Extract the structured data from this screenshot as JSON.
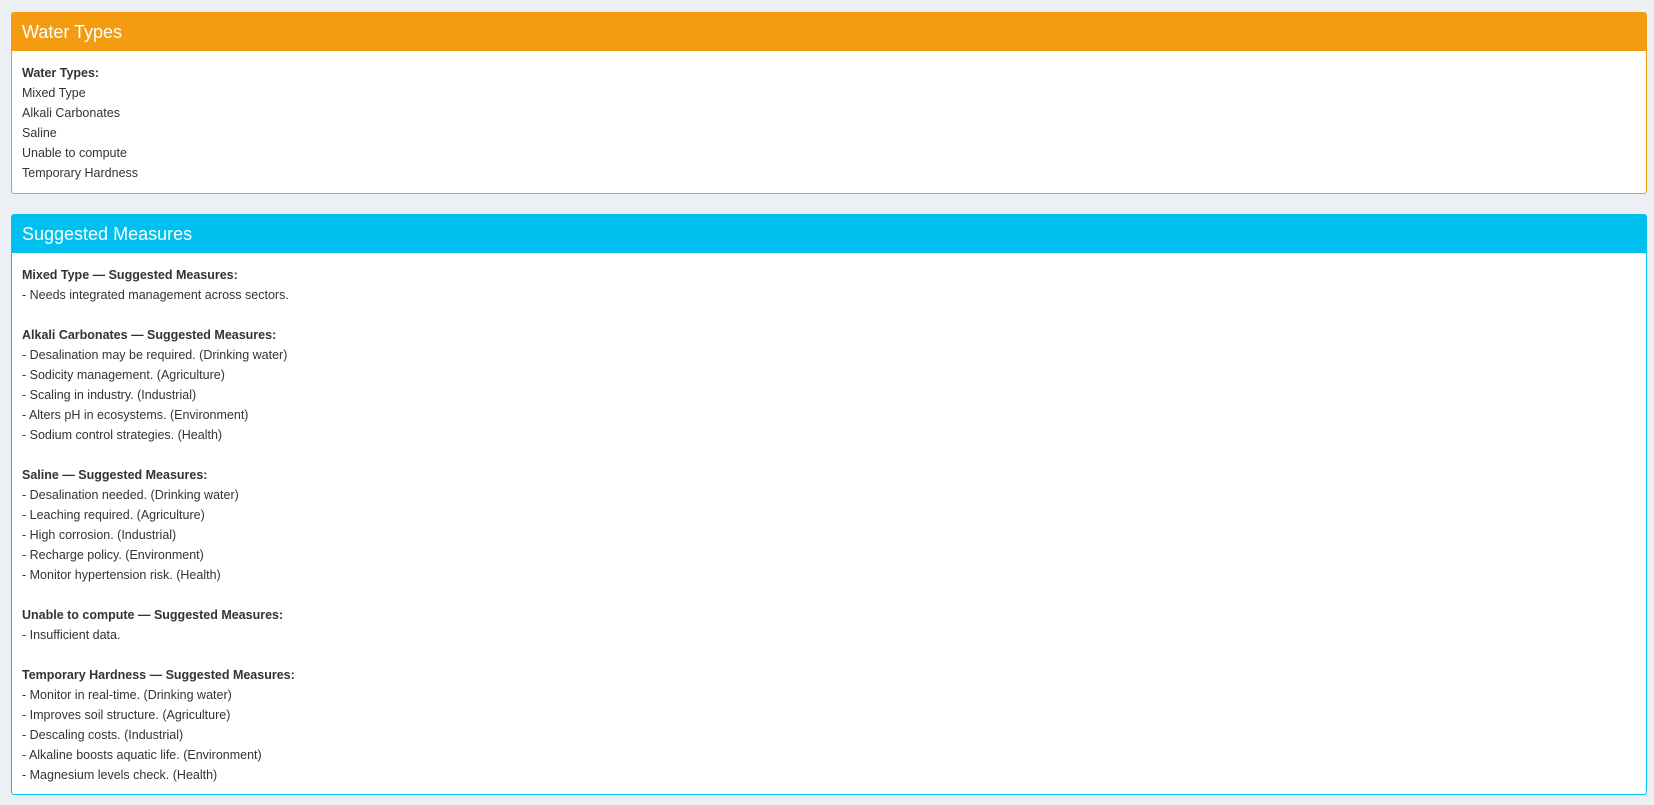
{
  "colors": {
    "page_background": "#ecf0f5",
    "warning_accent": "#f39c12",
    "info_accent": "#00c0ef",
    "text": "#333333"
  },
  "water_types_box": {
    "title": "Water Types",
    "heading": "Water Types:",
    "items": [
      "Mixed Type",
      "Alkali Carbonates",
      "Saline",
      "Unable to compute",
      "Temporary Hardness"
    ]
  },
  "measures_box": {
    "title": "Suggested Measures",
    "groups": [
      {
        "heading": "Mixed Type — Suggested Measures:",
        "lines": [
          "- Needs integrated management across sectors."
        ]
      },
      {
        "heading": "Alkali Carbonates — Suggested Measures:",
        "lines": [
          "- Desalination may be required. (Drinking water)",
          "- Sodicity management. (Agriculture)",
          "- Scaling in industry. (Industrial)",
          "- Alters pH in ecosystems. (Environment)",
          "- Sodium control strategies. (Health)"
        ]
      },
      {
        "heading": "Saline — Suggested Measures:",
        "lines": [
          "- Desalination needed. (Drinking water)",
          "- Leaching required. (Agriculture)",
          "- High corrosion. (Industrial)",
          "- Recharge policy. (Environment)",
          "- Monitor hypertension risk. (Health)"
        ]
      },
      {
        "heading": "Unable to compute — Suggested Measures:",
        "lines": [
          "- Insufficient data."
        ]
      },
      {
        "heading": "Temporary Hardness — Suggested Measures:",
        "lines": [
          "- Monitor in real-time. (Drinking water)",
          "- Improves soil structure. (Agriculture)",
          "- Descaling costs. (Industrial)",
          "- Alkaline boosts aquatic life. (Environment)",
          "- Magnesium levels check. (Health)"
        ]
      }
    ]
  }
}
